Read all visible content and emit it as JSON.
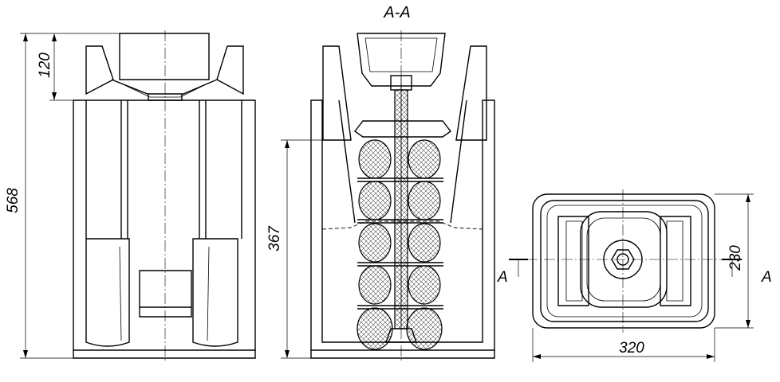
{
  "section_title": "A-A",
  "dimensions": {
    "total_height": "568",
    "top_part_height": "120",
    "spring_stack_height": "367",
    "plan_width": "320",
    "plan_depth": "230"
  },
  "section_marks": {
    "left": "A",
    "right": "A"
  }
}
